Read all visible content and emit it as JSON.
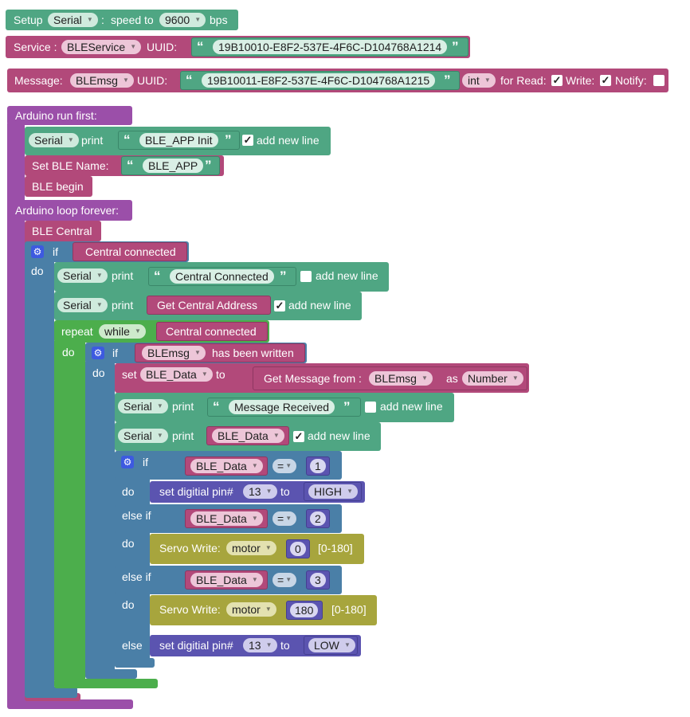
{
  "setup": {
    "label": "Setup",
    "port": "Serial",
    "colon": ":",
    "speed_label": "speed to",
    "baud": "9600",
    "unit": "bps"
  },
  "service": {
    "label": "Service :",
    "name": "BLEService",
    "uuid_label": "UUID:",
    "uuid": "19B10010-E8F2-537E-4F6C-D104768A1214"
  },
  "message": {
    "label": "Message:",
    "name": "BLEmsg",
    "uuid_label": "UUID:",
    "uuid": "19B10011-E8F2-537E-4F6C-D104768A1215",
    "type": "int",
    "read_label": "for Read:",
    "read_checked": "✓",
    "write_label": "Write:",
    "write_checked": "✓",
    "notify_label": "Notify:"
  },
  "run_first": {
    "label": "Arduino run first:",
    "print_port": "Serial",
    "print_label": "print",
    "print_text": "BLE_APP Init",
    "check": "✓",
    "newline_label": "add new line",
    "set_name_label": "Set BLE Name:",
    "ble_name": "BLE_APP",
    "begin_label": "BLE begin"
  },
  "loop": {
    "label": "Arduino loop forever:",
    "central_label": "BLE Central",
    "if_label": "if",
    "do_label": "do",
    "central_connected": "Central connected",
    "print1_port": "Serial",
    "print1_label": "print",
    "print1_text": "Central Connected",
    "print1_newline": "add new line",
    "print2_port": "Serial",
    "print2_label": "print",
    "print2_value": "Get Central Address",
    "print2_check": "✓",
    "print2_newline": "add new line",
    "repeat_label": "repeat",
    "repeat_mode": "while",
    "repeat_cond": "Central connected",
    "repeat_do": "do",
    "if2_label": "if",
    "if2_var": "BLEmsg",
    "if2_cond": "has been written",
    "if2_do": "do",
    "set_label": "set",
    "set_var": "BLE_Data",
    "to_label": "to",
    "getmsg_label": "Get Message from :",
    "getmsg_var": "BLEmsg",
    "as_label": "as",
    "as_type": "Number",
    "print3_port": "Serial",
    "print3_label": "print",
    "print3_text": "Message Received",
    "print3_newline": "add new line",
    "print4_port": "Serial",
    "print4_label": "print",
    "print4_var": "BLE_Data",
    "print4_check": "✓",
    "print4_newline": "add new line",
    "if3_label": "if",
    "cond1_var": "BLE_Data",
    "cond1_op": "=",
    "cond1_val": "1",
    "do1_label": "do",
    "pin1_label": "set digitial pin#",
    "pin1_num": "13",
    "pin1_to": "to",
    "pin1_state": "HIGH",
    "elseif1_label": "else if",
    "cond2_var": "BLE_Data",
    "cond2_op": "=",
    "cond2_val": "2",
    "do2_label": "do",
    "servo1_label": "Servo Write:",
    "servo1_name": "motor",
    "servo1_val": "0",
    "servo1_range": "[0-180]",
    "elseif2_label": "else if",
    "cond3_var": "BLE_Data",
    "cond3_op": "=",
    "cond3_val": "3",
    "do3_label": "do",
    "servo2_label": "Servo Write:",
    "servo2_name": "motor",
    "servo2_val": "180",
    "servo2_range": "[0-180]",
    "else_label": "else",
    "pin2_label": "set digitial pin#",
    "pin2_num": "13",
    "pin2_to": "to",
    "pin2_state": "LOW"
  }
}
